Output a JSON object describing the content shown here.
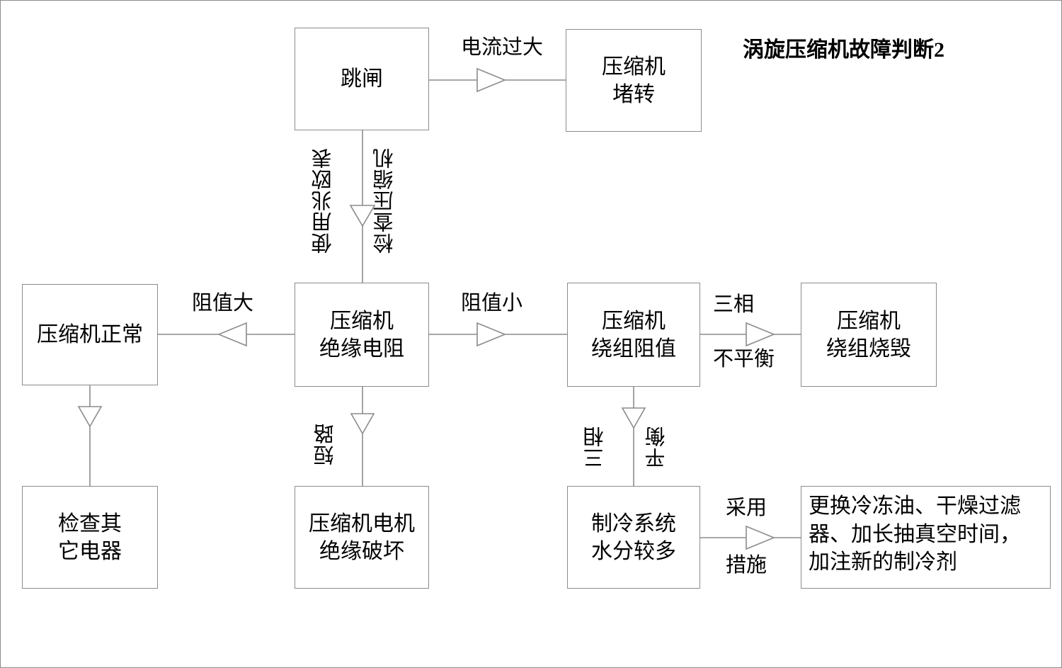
{
  "diagram": {
    "title": "涡旋压缩机故障判断2",
    "frame_color": "#8c8c8c",
    "line_color": "#8c8c8c",
    "text_color": "#000000",
    "background": "#ffffff",
    "nodes": [
      {
        "id": "trip",
        "label": "跳闸"
      },
      {
        "id": "locked-rotor",
        "label": "压缩机\n堵转"
      },
      {
        "id": "normal",
        "label": "压缩机正常"
      },
      {
        "id": "insulation",
        "label": "压缩机\n绝缘电阻"
      },
      {
        "id": "winding-res",
        "label": "压缩机\n绕组阻值"
      },
      {
        "id": "winding-burn",
        "label": "压缩机\n绕组烧毁"
      },
      {
        "id": "check-other",
        "label": "检查其\n它电器"
      },
      {
        "id": "motor-insul",
        "label": "压缩机电机\n绝缘破坏"
      },
      {
        "id": "moisture",
        "label": "制冷系统\n水分较多"
      },
      {
        "id": "measures",
        "label": "更换冷冻油、干燥过滤\n器、加长抽真空时间，\n加注新的制冷剂"
      }
    ],
    "edge_labels": [
      {
        "id": "overcurrent",
        "text": "电流过大",
        "orientation": "horizontal"
      },
      {
        "id": "use-megohm",
        "text": "使用兆欧表",
        "orientation": "vertical"
      },
      {
        "id": "check-comp",
        "text": "检查压缩机",
        "orientation": "vertical"
      },
      {
        "id": "resistance-big",
        "text": "阻值大",
        "orientation": "horizontal"
      },
      {
        "id": "resistance-sml",
        "text": "阻值小",
        "orientation": "horizontal"
      },
      {
        "id": "three-phase",
        "text": "三相",
        "orientation": "horizontal"
      },
      {
        "id": "unbalanced",
        "text": "不平衡",
        "orientation": "horizontal"
      },
      {
        "id": "short-circuit",
        "text": "短路",
        "orientation": "vertical"
      },
      {
        "id": "three-phase-2",
        "text": "三相",
        "orientation": "vertical"
      },
      {
        "id": "balanced",
        "text": "平衡",
        "orientation": "vertical"
      },
      {
        "id": "adopt",
        "text": "采用",
        "orientation": "horizontal"
      },
      {
        "id": "action",
        "text": "措施",
        "orientation": "horizontal"
      }
    ]
  }
}
